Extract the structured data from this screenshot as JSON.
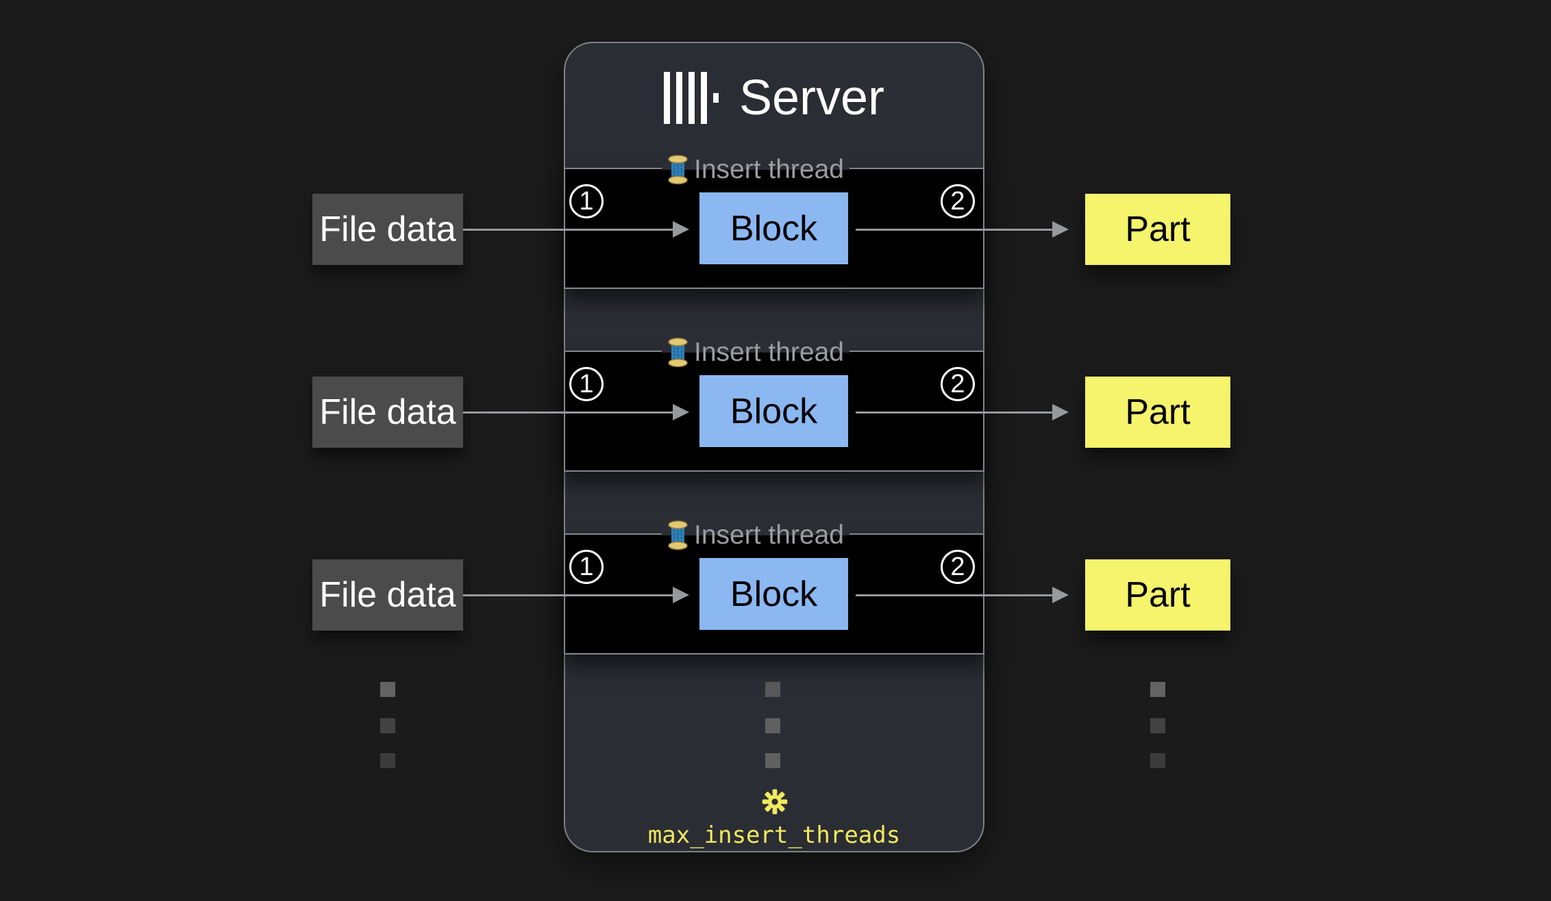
{
  "diagram": {
    "title": "Server",
    "setting_label": "max_insert_threads"
  },
  "rows": [
    {
      "source": "File data",
      "legend": "Insert thread",
      "step_in": "1",
      "block": "Block",
      "step_out": "2",
      "output": "Part"
    },
    {
      "source": "File data",
      "legend": "Insert thread",
      "step_in": "1",
      "block": "Block",
      "step_out": "2",
      "output": "Part"
    },
    {
      "source": "File data",
      "legend": "Insert thread",
      "step_in": "1",
      "block": "Block",
      "step_out": "2",
      "output": "Part"
    }
  ],
  "icons": {
    "logo": "clickhouse-logo",
    "thread": "thread-spool-icon",
    "setting": "gear-icon"
  },
  "colors": {
    "page_bg": "#1b1b1c",
    "panel_bg": "#2b2d34",
    "panel_border": "#7e8186",
    "row_bg": "#000000",
    "row_border": "#84878c",
    "block_fill": "#8cb8f2",
    "part_fill": "#f5f46c",
    "source_fill": "#4b4b4b",
    "arrow": "#98999b",
    "legend_text": "#9b9d9f",
    "accent_yellow": "#f0ea5e",
    "dot": "#636363",
    "title_text": "#ffffff"
  }
}
